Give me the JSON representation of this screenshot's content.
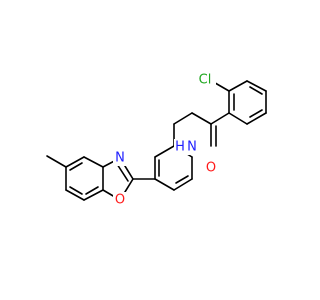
{
  "molecule": {
    "atoms": [
      {
        "key": "cl",
        "label": "Cl",
        "color": "#1fa71f"
      },
      {
        "key": "n_amide",
        "label": "N",
        "color": "#1e1eff"
      },
      {
        "key": "h_amide",
        "label": "H",
        "color": "#1e1eff"
      },
      {
        "key": "o_carbonyl",
        "label": "O",
        "color": "#ff1a1a"
      },
      {
        "key": "n_oxazole",
        "label": "N",
        "color": "#1e1eff"
      },
      {
        "key": "o_oxazole",
        "label": "O",
        "color": "#ff1a1a"
      }
    ]
  }
}
